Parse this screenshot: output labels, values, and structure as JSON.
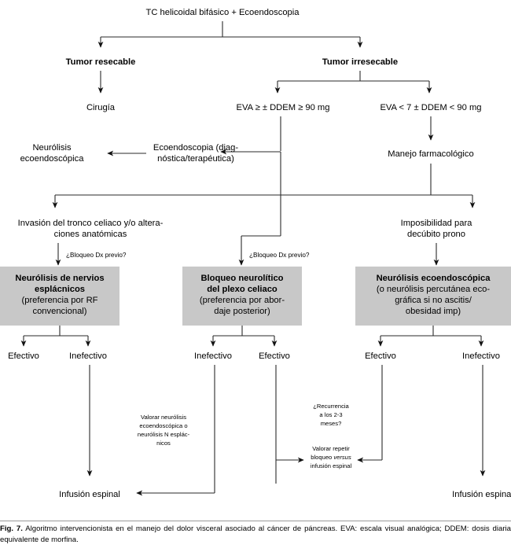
{
  "figure": {
    "label": "Fig. 7.",
    "caption": "Algoritmo intervencionista en el manejo del dolor visceral asociado al cáncer de páncreas. EVA: escala visual analógica; DDEM: dosis diaria equivalente de morfina.",
    "box_fill_color": "#c8c8c8",
    "line_color": "#2a2a2a",
    "background_color": "#ffffff"
  },
  "nodes": {
    "root": {
      "text": "TC helicoidal bifásico + Ecoendoscopia"
    },
    "tumor_resecable": {
      "text": "Tumor resecable"
    },
    "tumor_irresecable": {
      "text": "Tumor irresecable"
    },
    "cirugia": {
      "text": "Cirugía"
    },
    "eva_alto": {
      "text": "EVA ≥ ± DDEM ≥ 90 mg"
    },
    "eva_bajo": {
      "text": "EVA < 7 ± DDEM < 90 mg"
    },
    "ecoendoscopia_diag": {
      "line1": "Ecoendoscopia (diag-",
      "line2": "nóstica/terapéutica)"
    },
    "neurolisis_eco": {
      "line1": "Neurólisis",
      "line2": "ecoendoscópica"
    },
    "manejo_farmacologico": {
      "text": "Manejo farmacológico"
    },
    "invasion_tronco": {
      "line1": "Invasión del tronco celiaco y/o altera-",
      "line2": "ciones anatómicas"
    },
    "imposibilidad_decubito": {
      "line1": "Imposibilidad para",
      "line2": "decúbito prono"
    },
    "bloqueo_dx_left": {
      "text": "¿Bloqueo Dx previo?"
    },
    "bloqueo_dx_mid": {
      "text": "¿Bloqueo Dx previo?"
    },
    "box_left": {
      "line1": "Neurólisis de nervios",
      "line2": "esplácnicos",
      "line3": "(preferencia por RF",
      "line4": "convencional)"
    },
    "box_mid": {
      "line1": "Bloqueo neurolítico",
      "line2": "del plexo celiaco",
      "line3": "(preferencia por abor-",
      "line4": "daje posterior)"
    },
    "box_right": {
      "line1": "Neurólisis ecoendoscópica",
      "line2": "(o neurólisis percutánea eco-",
      "line3": "gráfica si no ascitis/",
      "line4": "obesidad imp)"
    },
    "outcomes": {
      "left_a": "Efectivo",
      "left_b": "Inefectivo",
      "mid_a": "Inefectivo",
      "mid_b": "Efectivo",
      "right_a": "Efectivo",
      "right_b": "Inefectivo"
    },
    "valorar_neurolisis": {
      "line1": "Valorar neurólisis",
      "line2": "ecoendoscópica o",
      "line3": "neurólisis N esplác-",
      "line4": "nicos"
    },
    "recurrencia": {
      "line1": "¿Recurrencia",
      "line2": "a los 2-3",
      "line3": "meses?"
    },
    "valorar_repetir": {
      "line1": "Valorar repetir",
      "line2a": "bloqueo ",
      "line2b": "versus",
      "line3": "infusión espinal"
    },
    "infusion_espinal_left": {
      "text": "Infusión espinal"
    },
    "infusion_espinal_right": {
      "text": "Infusión espinal"
    }
  }
}
